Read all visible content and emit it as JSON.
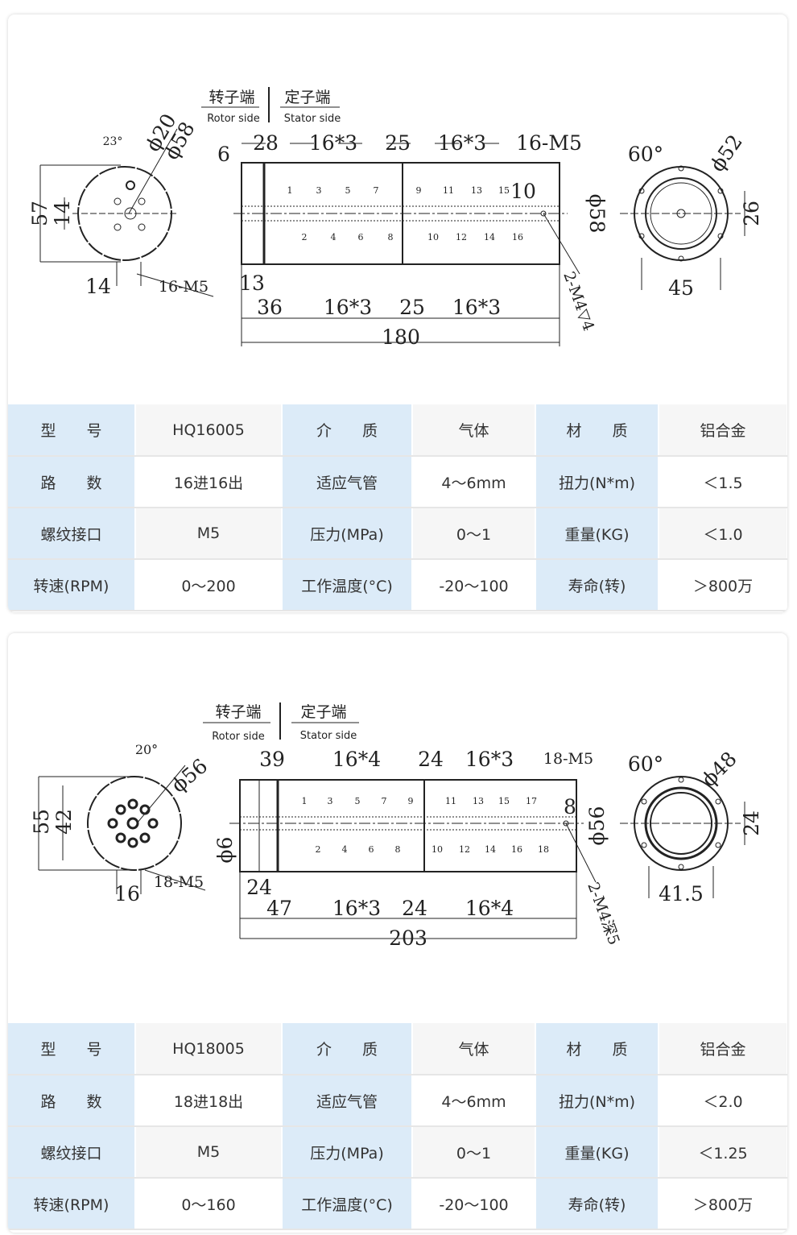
{
  "products": [
    {
      "drawing": {
        "rotor_cn": "转子端",
        "rotor_en": "Rotor side",
        "stator_cn": "定子端",
        "stator_en": "Stator side",
        "front": {
          "h": "57",
          "h2": "14",
          "w": "14",
          "thread": "16-M5",
          "angle": "23°",
          "d1": "ϕ20",
          "d2": "ϕ58"
        },
        "side": {
          "top": [
            "6",
            "28",
            "16*3",
            "25",
            "16*3",
            "16-M5"
          ],
          "ports_top": [
            "1",
            "3",
            "5",
            "7",
            "9",
            "11",
            "13",
            "15"
          ],
          "ports_bottom": [
            "2",
            "4",
            "6",
            "8",
            "10",
            "12",
            "14",
            "16"
          ],
          "right_small": "10",
          "dia": "ϕ58",
          "bottom": [
            "13",
            "36",
            "16*3",
            "25",
            "16*3"
          ],
          "total": "180",
          "mount": "2-M4▽4"
        },
        "end": {
          "angle": "60°",
          "pcd": "ϕ52",
          "h": "26",
          "w": "45"
        }
      },
      "table": [
        [
          "型　　号",
          "HQ16005",
          "介　　质",
          "气体",
          "材　　质",
          "铝合金"
        ],
        [
          "路　　数",
          "16进16出",
          "适应气管",
          "4～6mm",
          "扭力(N*m)",
          "＜1.5"
        ],
        [
          "螺纹接口",
          "M5",
          "压力(MPa)",
          "0～1",
          "重量(KG)",
          "＜1.0"
        ],
        [
          "转速(RPM)",
          "0～200",
          "工作温度(°C)",
          "-20～100",
          "寿命(转)",
          "＞800万"
        ]
      ]
    },
    {
      "drawing": {
        "rotor_cn": "转子端",
        "rotor_en": "Rotor side",
        "stator_cn": "定子端",
        "stator_en": "Stator side",
        "front": {
          "h": "55",
          "h2": "42",
          "w": "16",
          "thread": "18-M5",
          "angle": "20°",
          "d2": "ϕ56"
        },
        "side": {
          "top": [
            "39",
            "16*4",
            "24",
            "16*3",
            "18-M5"
          ],
          "ports_top": [
            "1",
            "3",
            "5",
            "7",
            "9",
            "11",
            "13",
            "15",
            "17"
          ],
          "ports_bottom": [
            "2",
            "4",
            "6",
            "8",
            "10",
            "12",
            "14",
            "16",
            "18"
          ],
          "right_small": "8",
          "dia": "ϕ56",
          "shaft": "ϕ6",
          "bottom": [
            "24",
            "47",
            "16*3",
            "24",
            "16*4"
          ],
          "total": "203",
          "mount": "2-M4深5"
        },
        "end": {
          "angle": "60°",
          "pcd": "ϕ48",
          "h": "24",
          "w": "41.5"
        }
      },
      "table": [
        [
          "型　　号",
          "HQ18005",
          "介　　质",
          "气体",
          "材　　质",
          "铝合金"
        ],
        [
          "路　　数",
          "18进18出",
          "适应气管",
          "4～6mm",
          "扭力(N*m)",
          "＜2.0"
        ],
        [
          "螺纹接口",
          "M5",
          "压力(MPa)",
          "0～1",
          "重量(KG)",
          "＜1.25"
        ],
        [
          "转速(RPM)",
          "0～160",
          "工作温度(°C)",
          "-20～100",
          "寿命(转)",
          "＞800万"
        ]
      ]
    }
  ]
}
